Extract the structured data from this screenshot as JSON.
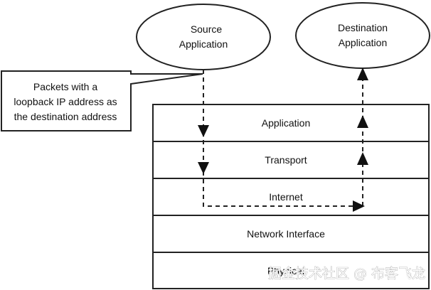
{
  "source_label_lines": [
    "Source",
    "Application"
  ],
  "destination_label_lines": [
    "Destination",
    "Application"
  ],
  "callout_lines": [
    "Packets with a",
    "loopback IP address as",
    "the destination address"
  ],
  "layers": [
    "Application",
    "Transport",
    "Internet",
    "Network Interface",
    "Physical"
  ],
  "watermark": "掘金技术社区 @ 布客飞龙",
  "colors": {
    "stroke": "#222222",
    "text": "#111111",
    "background": "#ffffff"
  }
}
